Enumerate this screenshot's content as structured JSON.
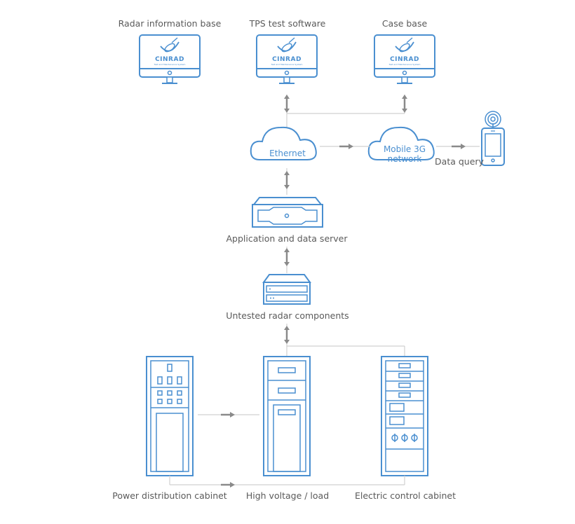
{
  "nodes": {
    "radar_info_base": "Radar information base",
    "tps_test_software": "TPS test software",
    "case_base": "Case base",
    "ethernet": "Ethernet",
    "mobile_3g_line1": "Mobile 3G",
    "mobile_3g_line2": "network",
    "data_query": "Data query",
    "app_data_server": "Application and data server",
    "untested_components": "Untested radar components",
    "power_cabinet": "Power distribution cabinet",
    "high_voltage": "High voltage / load",
    "electric_cabinet": "Electric control cabinet"
  },
  "logo": {
    "text": "CINRAD",
    "subtext": "Test and Maintenance System"
  },
  "colors": {
    "stroke": "#4a8fd0",
    "arrow": "#8a8a8a",
    "line": "#d0d0d0",
    "label": "#5a5a5a"
  }
}
